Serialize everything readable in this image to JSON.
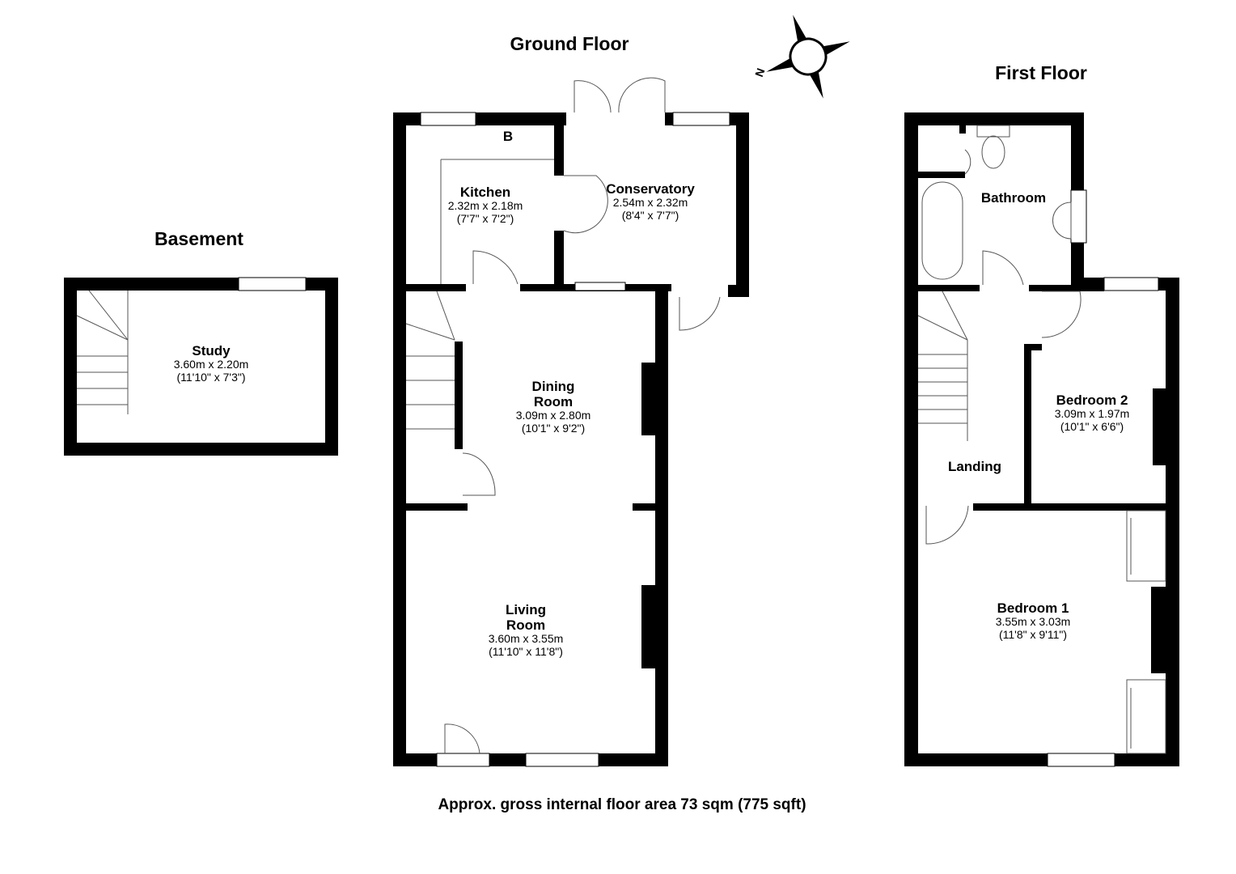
{
  "titles": {
    "basement": "Basement",
    "ground": "Ground Floor",
    "first": "First Floor"
  },
  "rooms": {
    "study": {
      "name": "Study",
      "metric": "3.60m x 2.20m",
      "imperial": "(11'10\" x 7'3\")"
    },
    "kitchen": {
      "name": "Kitchen",
      "metric": "2.32m x 2.18m",
      "imperial": "(7'7\" x 7'2\")"
    },
    "conservatory": {
      "name": "Conservatory",
      "metric": "2.54m x 2.32m",
      "imperial": "(8'4\" x 7'7\")"
    },
    "dining": {
      "name1": "Dining",
      "name2": "Room",
      "metric": "3.09m x 2.80m",
      "imperial": "(10'1\" x 9'2\")"
    },
    "living": {
      "name1": "Living",
      "name2": "Room",
      "metric": "3.60m x 3.55m",
      "imperial": "(11'10\" x 11'8\")"
    },
    "bathroom": {
      "name": "Bathroom"
    },
    "landing": {
      "name": "Landing"
    },
    "bedroom2": {
      "name": "Bedroom 2",
      "metric": "3.09m x 1.97m",
      "imperial": "(10'1\" x 6'6\")"
    },
    "bedroom1": {
      "name": "Bedroom 1",
      "metric": "3.55m x 3.03m",
      "imperial": "(11'8\" x 9'11\")"
    }
  },
  "boiler_marker": "B",
  "compass_label": "N",
  "footer": "Approx. gross internal floor area 73 sqm (775 sqft)"
}
